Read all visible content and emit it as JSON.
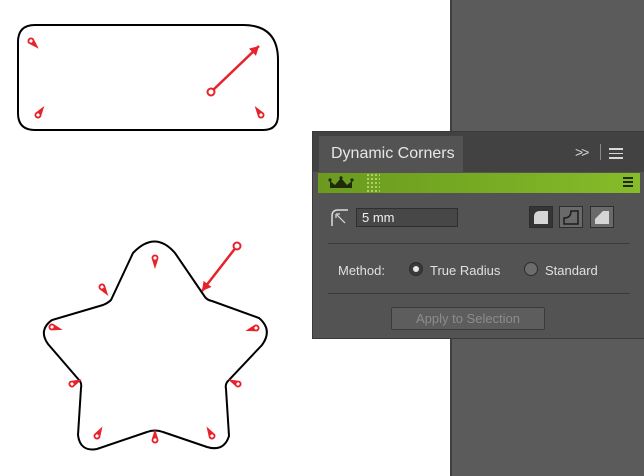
{
  "panel": {
    "tab_title": "Dynamic Corners",
    "radius_value": "5 mm",
    "method_label": "Method:",
    "method_options": [
      "True Radius",
      "Standard"
    ],
    "method_selected": "True Radius",
    "apply_label": "Apply to Selection",
    "apply_enabled": false,
    "corner_types": [
      "round-corner",
      "inverted-corner",
      "chamfer-corner"
    ],
    "corner_type_selected": "round-corner"
  },
  "colors": {
    "marker": "#e8222a",
    "banner": "#79ae24",
    "panel_bg": "#535353",
    "pasteboard": "#5b5b5b"
  },
  "icons": [
    "collapse-panel-icon",
    "panel-menu-icon",
    "crown-icon",
    "banner-menu-icon",
    "corner-radius-icon"
  ]
}
